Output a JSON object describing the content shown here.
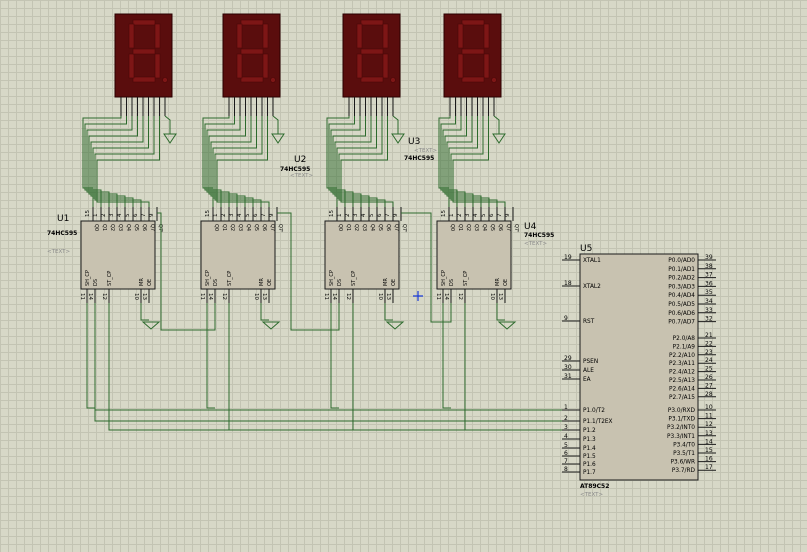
{
  "registers": [
    {
      "ref": "U1",
      "part": "74HC595",
      "hint": "<TEXT>"
    },
    {
      "ref": "U2",
      "part": "74HC595",
      "hint": "<TEXT>"
    },
    {
      "ref": "U3",
      "part": "74HC595",
      "hint": "<TEXT>"
    },
    {
      "ref": "U4",
      "part": "74HC595",
      "hint": "<TEXT>"
    }
  ],
  "register_pins": {
    "top_labels": [
      "Q0",
      "Q1",
      "Q2",
      "Q3",
      "Q4",
      "Q5",
      "Q6",
      "Q7",
      "Q7'"
    ],
    "top_numbers": [
      "15",
      "1",
      "2",
      "3",
      "4",
      "5",
      "6",
      "7",
      "9"
    ],
    "bottom_labels": [
      "SH_CP",
      "DS",
      "ST_CP",
      "MR",
      "OE"
    ],
    "bottom_numbers": [
      "11",
      "14",
      "12",
      "10",
      "13"
    ]
  },
  "mcu": {
    "ref": "U5",
    "part": "AT89C52",
    "hint": "<TEXT>",
    "left_pins": [
      {
        "label": "XTAL1",
        "num": "19"
      },
      {
        "label": "XTAL2",
        "num": "18"
      },
      {
        "label": "RST",
        "num": "9"
      },
      {
        "label": "PSEN",
        "num": "29"
      },
      {
        "label": "ALE",
        "num": "30"
      },
      {
        "label": "EA",
        "num": "31"
      },
      {
        "label": "P1.0/T2",
        "num": "1"
      },
      {
        "label": "P1.1/T2EX",
        "num": "2"
      },
      {
        "label": "P1.2",
        "num": "3"
      },
      {
        "label": "P1.3",
        "num": "4"
      },
      {
        "label": "P1.4",
        "num": "5"
      },
      {
        "label": "P1.5",
        "num": "6"
      },
      {
        "label": "P1.6",
        "num": "7"
      },
      {
        "label": "P1.7",
        "num": "8"
      }
    ],
    "right_pins": [
      {
        "label": "P0.0/AD0",
        "num": "39"
      },
      {
        "label": "P0.1/AD1",
        "num": "38"
      },
      {
        "label": "P0.2/AD2",
        "num": "37"
      },
      {
        "label": "P0.3/AD3",
        "num": "36"
      },
      {
        "label": "P0.4/AD4",
        "num": "35"
      },
      {
        "label": "P0.5/AD5",
        "num": "34"
      },
      {
        "label": "P0.6/AD6",
        "num": "33"
      },
      {
        "label": "P0.7/AD7",
        "num": "32"
      },
      {
        "label": "P2.0/A8",
        "num": "21"
      },
      {
        "label": "P2.1/A9",
        "num": "22"
      },
      {
        "label": "P2.2/A10",
        "num": "23"
      },
      {
        "label": "P2.3/A11",
        "num": "24"
      },
      {
        "label": "P2.4/A12",
        "num": "25"
      },
      {
        "label": "P2.5/A13",
        "num": "26"
      },
      {
        "label": "P2.6/A14",
        "num": "27"
      },
      {
        "label": "P2.7/A15",
        "num": "28"
      },
      {
        "label": "P3.0/RXD",
        "num": "10"
      },
      {
        "label": "P3.1/TXD",
        "num": "11"
      },
      {
        "label": "P3.2/INT0",
        "num": "12"
      },
      {
        "label": "P3.3/INT1",
        "num": "13"
      },
      {
        "label": "P3.4/T0",
        "num": "14"
      },
      {
        "label": "P3.5/T1",
        "num": "15"
      },
      {
        "label": "P3.6/WR",
        "num": "16"
      },
      {
        "label": "P3.7/RD",
        "num": "17"
      }
    ]
  },
  "colors": {
    "background": "#d7d8c7",
    "wire": "#2c6a2c",
    "chip_body": "#c8c2b0",
    "display_body": "#5a0d0d",
    "segment_off": "#7d1616",
    "cursor": "#1a3bd8"
  }
}
